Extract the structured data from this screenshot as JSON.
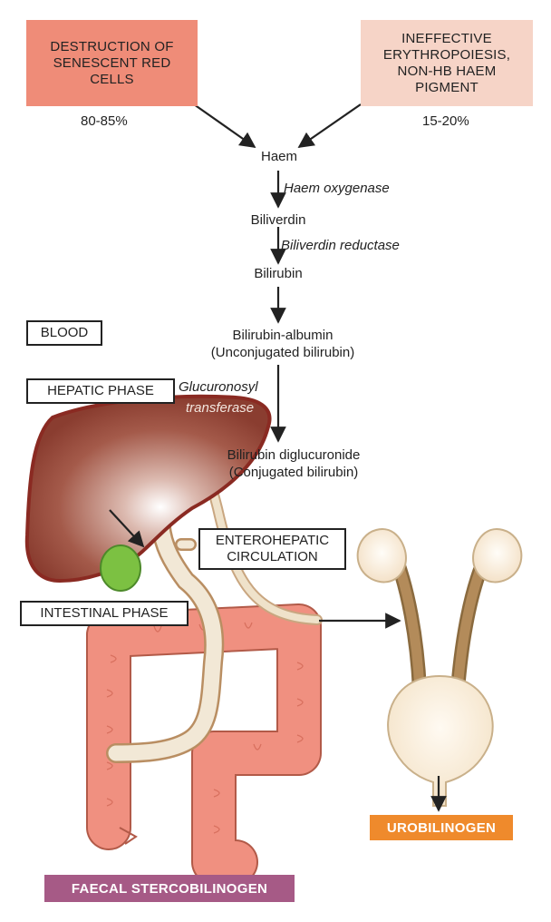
{
  "sources": {
    "left": {
      "text": "DESTRUCTION OF\nSENESCENT RED\nCELLS",
      "percent": "80-85%",
      "color": "#ef8c78"
    },
    "right": {
      "text": "INEFFECTIVE\nERYTHROPOIESIS,\nNON-HB HAEM\nPIGMENT",
      "percent": "15-20%",
      "color": "#f6d4c7"
    }
  },
  "pathway": {
    "haem": "Haem",
    "enzyme1": "Haem oxygenase",
    "biliverdin": "Biliverdin",
    "enzyme2": "Biliverdin reductase",
    "bilirubin": "Bilirubin",
    "bilirubin_albumin": "Bilirubin-albumin\n(Unconjugated bilirubin)",
    "enzyme3_line1": "Glucuronosyl",
    "enzyme3_line2": "transferase",
    "diglucuronide": "Bilirubin  diglucuronide\n(Conjugated bilirubin)"
  },
  "phases": {
    "blood": "BLOOD",
    "hepatic": "HEPATIC PHASE",
    "enterohepatic": "ENTEROHEPATIC\nCIRCULATION",
    "intestinal": "INTESTINAL PHASE"
  },
  "outputs": {
    "urobilinogen": {
      "label": "UROBILINOGEN",
      "color": "#ef8a2c"
    },
    "stercobilinogen": {
      "label": "FAECAL STERCOBILINOGEN",
      "color": "#a65a86"
    }
  },
  "icons": [
    "liver-icon",
    "gallbladder-icon",
    "bile-duct-icon",
    "intestine-icon",
    "kidneys-icon",
    "bladder-icon"
  ]
}
